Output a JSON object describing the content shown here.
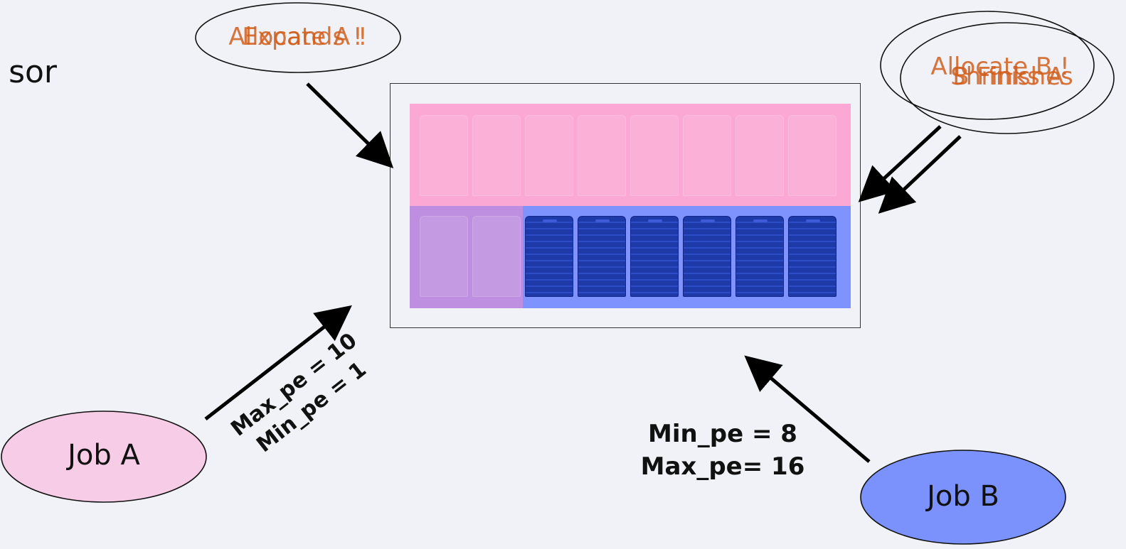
{
  "slide": {
    "title_fragment": "sor"
  },
  "status_bubbles": {
    "job_a": {
      "texts": [
        "Allocate A !",
        "Expands !"
      ]
    },
    "job_b": {
      "texts": [
        "Allocate B !",
        "Shrinks A",
        "B Finishes"
      ]
    }
  },
  "jobs": {
    "a": {
      "label": "Job A",
      "color": "#f7cce6",
      "requests": [
        "Max_pe = 10",
        "Min_pe = 1"
      ]
    },
    "b": {
      "label": "Job B",
      "color": "#7b91fb",
      "requests": [
        "Min_pe = 8",
        "Max_pe= 16"
      ]
    }
  },
  "cluster": {
    "job_a_color": "#fba8d4",
    "job_b_color": "#7f93ff",
    "overlap_color": "#be8fe0",
    "accent_text_color": "#d25f1d",
    "processors_per_row": 8,
    "top_row_occupant": "Job A",
    "bottom_row_job_a_processors": 2,
    "bottom_row_job_b_processors": 6
  }
}
